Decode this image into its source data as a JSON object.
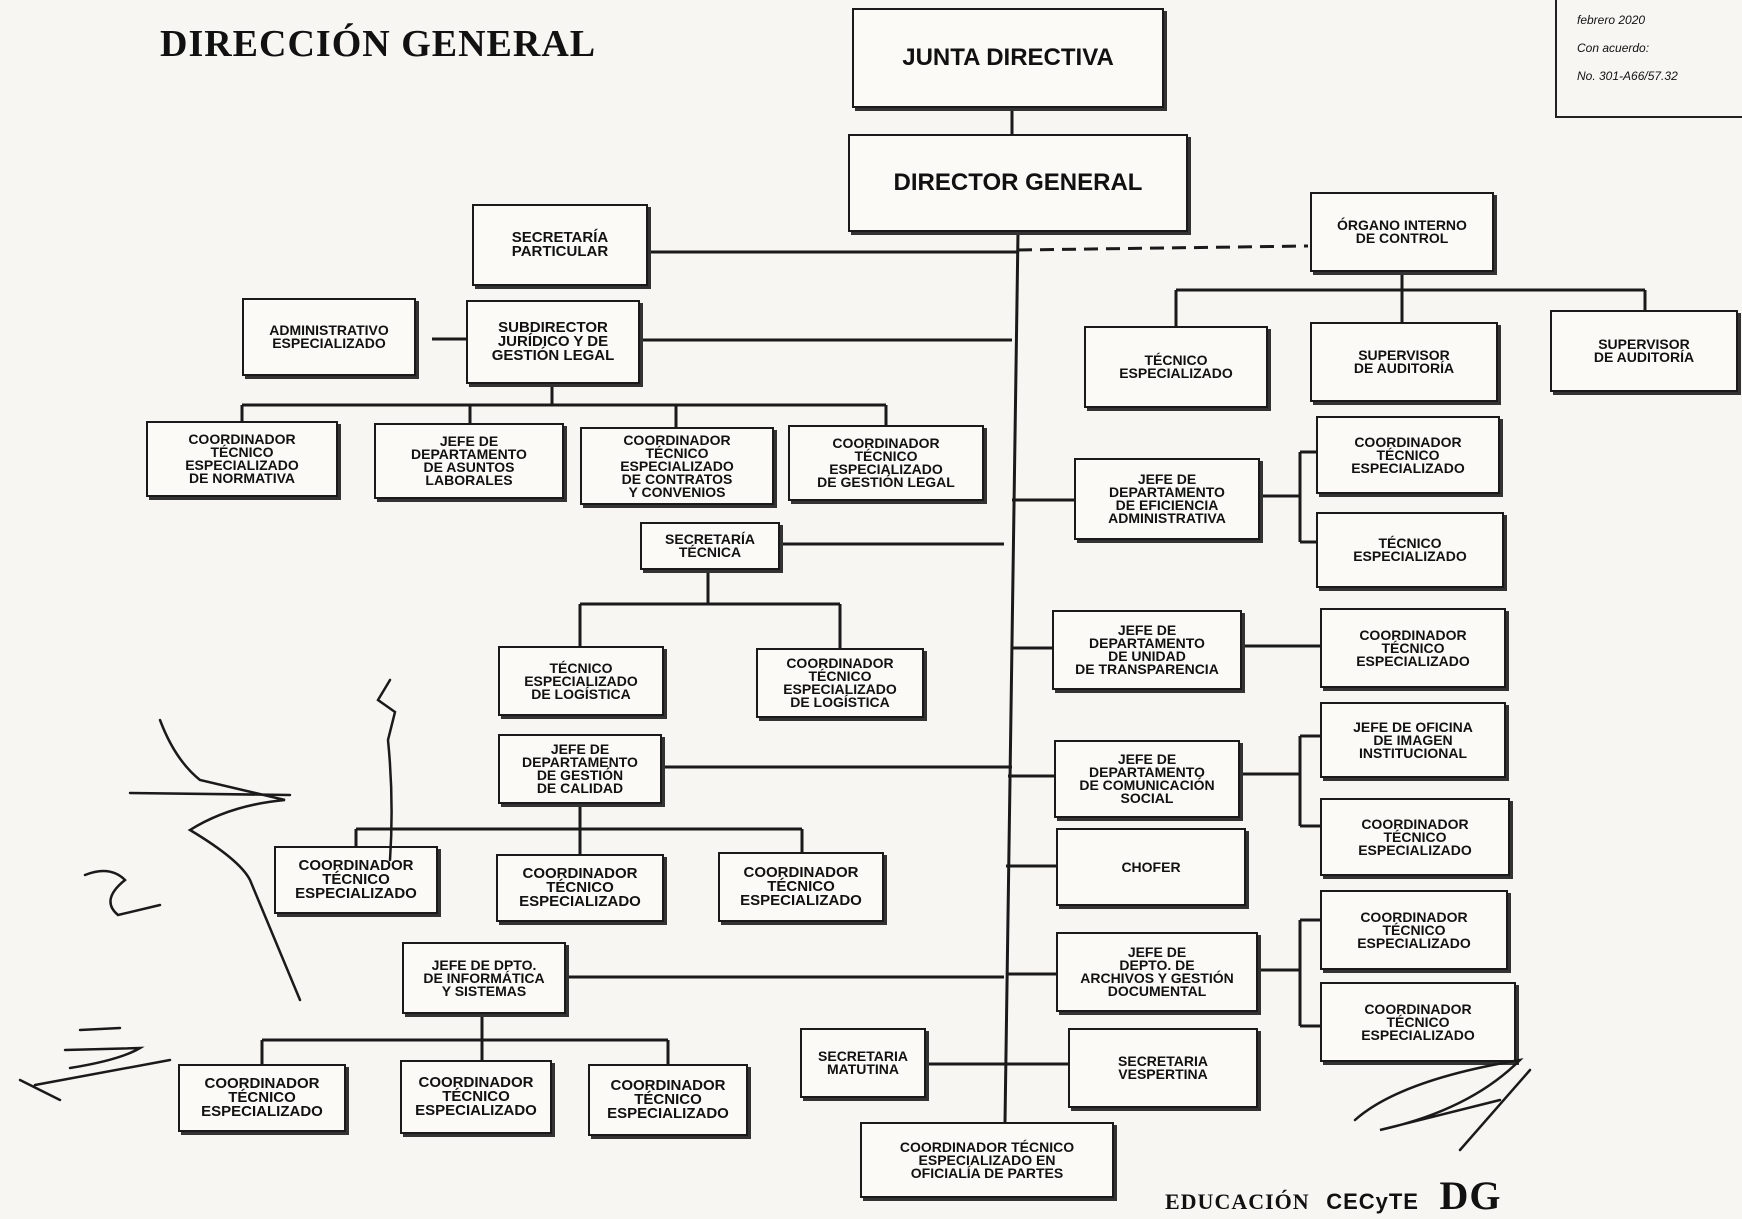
{
  "page": {
    "title": "DIRECCIÓN GENERAL",
    "stamp": [
      "febrero 2020",
      "Con acuerdo:",
      "No. 301-A66/57.32"
    ],
    "footer": {
      "education": "EDUCACIÓN",
      "cecyte": "CECyTE",
      "dg": "DG"
    }
  },
  "colors": {
    "line": "#1a1a1a",
    "background": "#f7f6f2",
    "box_fill": "#fbfaf7"
  },
  "org": {
    "junta": "JUNTA DIRECTIVA",
    "director": "DIRECTOR GENERAL",
    "secretaria_particular": "SECRETARÍA\nPARTICULAR",
    "organo_interno": "ÓRGANO INTERNO\nDE CONTROL",
    "oic_tecnico": "TÉCNICO\nESPECIALIZADO",
    "oic_supervisor_1": "SUPERVISOR\nDE AUDITORÍA",
    "oic_supervisor_2": "SUPERVISOR\nDE AUDITORÍA",
    "administrativo": "ADMINISTRATIVO\nESPECIALIZADO",
    "subdirector_juridico": "SUBDIRECTOR\nJURÍDICO Y DE\nGESTIÓN LEGAL",
    "coord_normativa": "COORDINADOR\nTÉCNICO\nESPECIALIZADO\nDE NORMATIVA",
    "jefe_asuntos_laborales": "JEFE DE\nDEPARTAMENTO\nDE ASUNTOS\nLABORALES",
    "coord_contratos": "COORDINADOR\nTÉCNICO\nESPECIALIZADO\nDE CONTRATOS\nY CONVENIOS",
    "coord_gestion_legal": "COORDINADOR\nTÉCNICO\nESPECIALIZADO\nDE GESTIÓN LEGAL",
    "secretaria_tecnica": "SECRETARÍA\nTÉCNICA",
    "tecnico_logistica": "TÉCNICO\nESPECIALIZADO\nDE LOGÍSTICA",
    "coord_logistica": "COORDINADOR\nTÉCNICO\nESPECIALIZADO\nDE LOGÍSTICA",
    "jefe_calidad": "JEFE DE\nDEPARTAMENTO\nDE GESTIÓN\nDE CALIDAD",
    "calidad_coord_1": "COORDINADOR\nTÉCNICO\nESPECIALIZADO",
    "calidad_coord_2": "COORDINADOR\nTÉCNICO\nESPECIALIZADO",
    "calidad_coord_3": "COORDINADOR\nTÉCNICO\nESPECIALIZADO",
    "jefe_informatica": "JEFE DE DPTO.\nDE INFORMÁTICA\nY SISTEMAS",
    "info_coord_1": "COORDINADOR\nTÉCNICO\nESPECIALIZADO",
    "info_coord_2": "COORDINADOR\nTÉCNICO\nESPECIALIZADO",
    "info_coord_3": "COORDINADOR\nTÉCNICO\nESPECIALIZADO",
    "secretaria_matutina": "SECRETARIA\nMATUTINA",
    "coord_oficialia": "COORDINADOR TÉCNICO\nESPECIALIZADO EN\nOFICIALÍA DE PARTES",
    "jefe_eficiencia": "JEFE DE\nDEPARTAMENTO\nDE EFICIENCIA\nADMINISTRATIVA",
    "efic_coord": "COORDINADOR\nTÉCNICO\nESPECIALIZADO",
    "efic_tecnico": "TÉCNICO\nESPECIALIZADO",
    "jefe_transparencia": "JEFE DE\nDEPARTAMENTO\nDE UNIDAD\nDE TRANSPARENCIA",
    "transp_coord": "COORDINADOR\nTÉCNICO\nESPECIALIZADO",
    "jefe_comunicacion": "JEFE DE\nDEPARTAMENTO\nDE COMUNICACIÓN\nSOCIAL",
    "com_jefe_oficina": "JEFE DE OFICINA\nDE IMAGEN\nINSTITUCIONAL",
    "com_coord": "COORDINADOR\nTÉCNICO\nESPECIALIZADO",
    "chofer": "CHOFER",
    "jefe_archivos": "JEFE DE\nDEPTO. DE\nARCHIVOS Y GESTIÓN\nDOCUMENTAL",
    "arch_coord_1": "COORDINADOR\nTÉCNICO\nESPECIALIZADO",
    "arch_coord_2": "COORDINADOR\nTÉCNICO\nESPECIALIZADO",
    "secretaria_vespertina": "SECRETARIA\nVESPERTINA"
  }
}
